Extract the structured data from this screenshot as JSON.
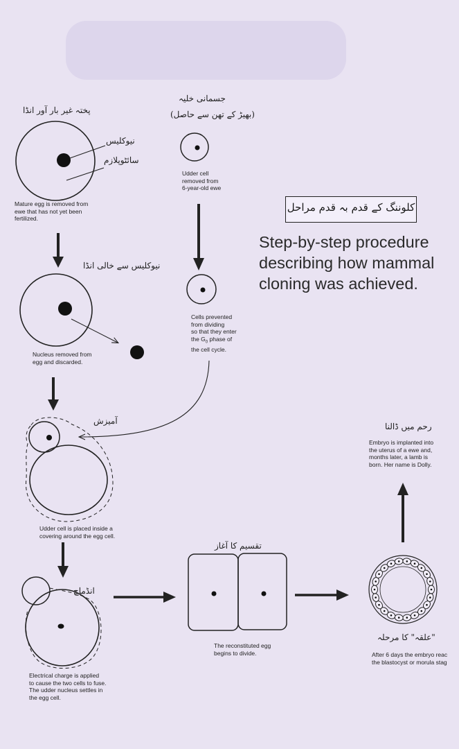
{
  "urdu": {
    "mature_egg": "پختہ غیر بار آور انڈا",
    "nucleus": "نیوکلیس",
    "cytoplasm": "سائٹوپلازم",
    "somatic_cell": "جسمانی خلیہ",
    "somatic_cell_source": "(بھیڑ کے تھن سے حاصل)",
    "enucleated_egg": "نیوکلیس سے خالی انڈا",
    "mixing": "آمیزش",
    "fusion": "انڈماج",
    "division_start": "تقسیم کا آغاز",
    "blastocyst_stage": "\"علقہ\" کا مرحلہ",
    "implantation": "رحم میں ڈالنا",
    "title": "کلوننگ کے قدم بہ قدم مراحل"
  },
  "caption": {
    "line1": "Step-by-step procedure",
    "line2": "describing how mammal",
    "line3": "cloning was achieved."
  },
  "labels": {
    "mature_egg_1": "Mature egg is removed from",
    "mature_egg_2": "ewe that has not yet been",
    "mature_egg_3": "fertilized.",
    "udder_1": "Udder cell",
    "udder_2": "removed from",
    "udder_3": "6-year-old  ewe",
    "cells_prev_1": "Cells  prevented",
    "cells_prev_2": "from  dividing",
    "cells_prev_3": "so that they enter",
    "cells_prev_4a": "the G",
    "cells_prev_4sub": "0",
    "cells_prev_4b": " phase of",
    "cells_prev_5": "the cell cycle.",
    "nucleus_rem_1": "Nucleus removed from",
    "nucleus_rem_2": "egg and discarded.",
    "udder_placed_1": "Udder cell is placed inside a",
    "udder_placed_2": "covering around the egg cell.",
    "elec_1": "Electrical charge is applied",
    "elec_2": "to cause the two cells to fuse.",
    "elec_3": "The udder nucleus settles in",
    "elec_4": "the egg cell.",
    "recon_1": "The reconstituted egg",
    "recon_2": "begins to divide.",
    "after6_1": "After 6 days the embryo reac",
    "after6_2": "the blastocyst or morula stag",
    "embryo_1": "Embryo is implanted into",
    "embryo_2": "the uterus of a ewe and,",
    "embryo_3": "months later, a lamb is",
    "embryo_4": "born.  Her name is Dolly."
  }
}
